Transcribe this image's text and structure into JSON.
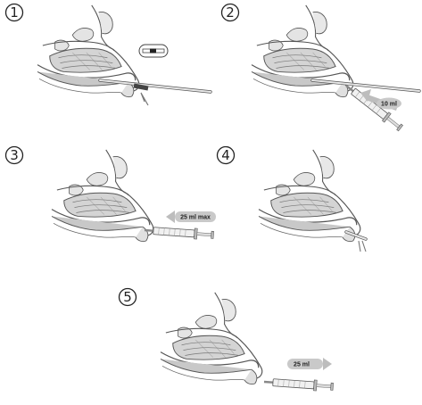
{
  "steps": [
    {
      "number": "1",
      "volume_label": ""
    },
    {
      "number": "2",
      "volume_label": "10 ml"
    },
    {
      "number": "3",
      "volume_label": "25 ml max"
    },
    {
      "number": "4",
      "volume_label": ""
    },
    {
      "number": "5",
      "volume_label": "25 ml"
    }
  ],
  "colors": {
    "outline": "#555555",
    "tissue": "#d4d4d4",
    "shadow": "#b5b5b5",
    "instrument": "#8a8a8a",
    "arrow": "#bdbdbd"
  }
}
